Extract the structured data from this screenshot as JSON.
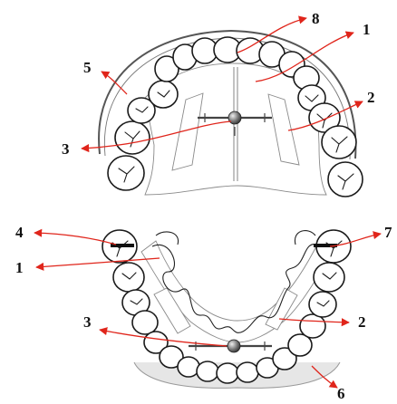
{
  "upper_labels": [
    "8",
    "1",
    "5",
    "2",
    "3"
  ],
  "lower_labels": [
    "4",
    "7",
    "1",
    "3",
    "2",
    "6"
  ],
  "colors": {
    "arrow": "#e0251b",
    "outline": "#1a1a1a",
    "appliance": "#8a8a8a"
  }
}
